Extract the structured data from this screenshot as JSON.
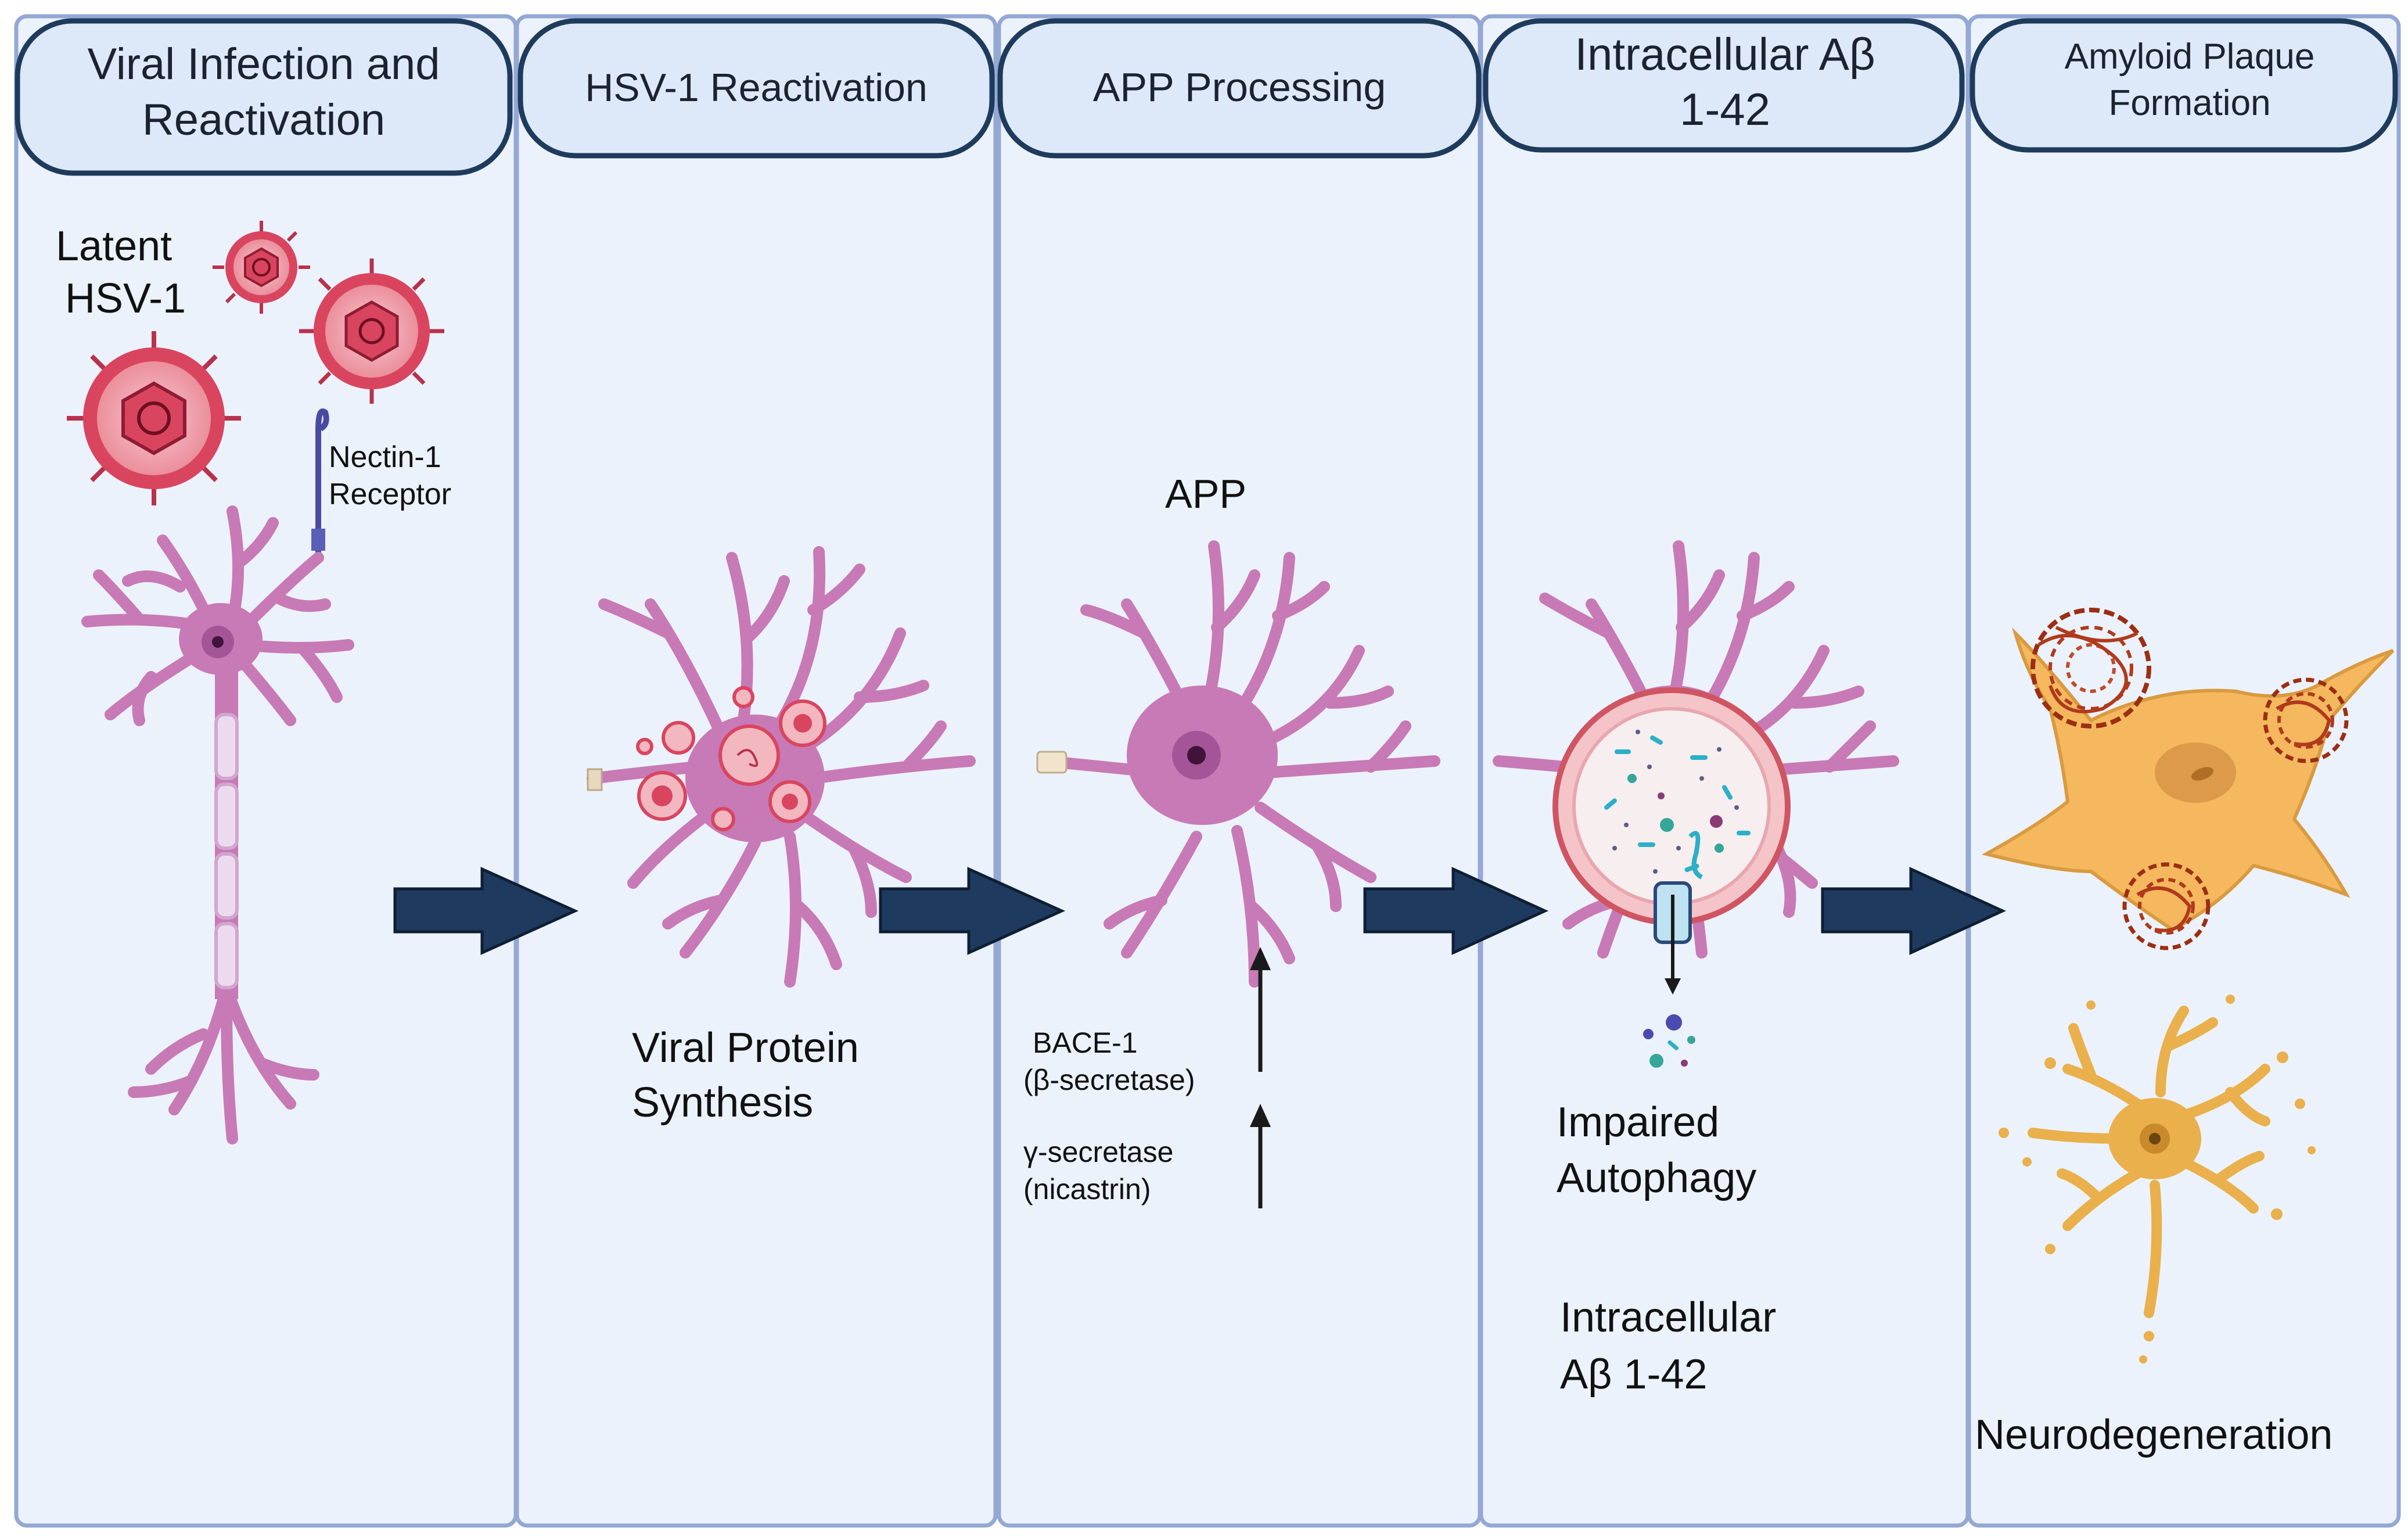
{
  "panels": [
    {
      "header_lines": [
        "Viral Infection and",
        "Reactivation"
      ]
    },
    {
      "header_lines": [
        "HSV-1 Reactivation"
      ]
    },
    {
      "header_lines": [
        "APP Processing"
      ]
    },
    {
      "header_lines": [
        "Intracellular Aβ",
        "1-42"
      ]
    },
    {
      "header_lines": [
        "Amyloid Plaque",
        "Formation"
      ]
    }
  ],
  "labels": {
    "latent_hsv": [
      "Latent",
      "HSV-1"
    ],
    "nectin": [
      "Nectin-1",
      "Receptor"
    ],
    "viral_protein": [
      "Viral Protein",
      "Synthesis"
    ],
    "app": "APP",
    "bace": [
      "BACE-1",
      "(β-secretase)"
    ],
    "gamma": [
      "γ-secretase",
      "(nicastrin)"
    ],
    "impaired": [
      "Impaired",
      "Autophagy"
    ],
    "intracellular": [
      "Intracellular",
      "Aβ 1-42"
    ],
    "neurodegeneration": "Neurodegeneration"
  },
  "colors": {
    "panel_fill": "#ecf2fc",
    "panel_border": "#94a8d4",
    "header_fill": "#dde9f8",
    "header_border": "#1f3b5c",
    "arrow": "#1e3a5f",
    "neuron": "#c77ab6",
    "neuron_edge": "#a85a98",
    "virus": "#d9455f",
    "virus_light": "#f3b7c0",
    "glia": "#f5b85f",
    "plaque": "#b03a1c",
    "degenerating": "#e9b04c"
  }
}
